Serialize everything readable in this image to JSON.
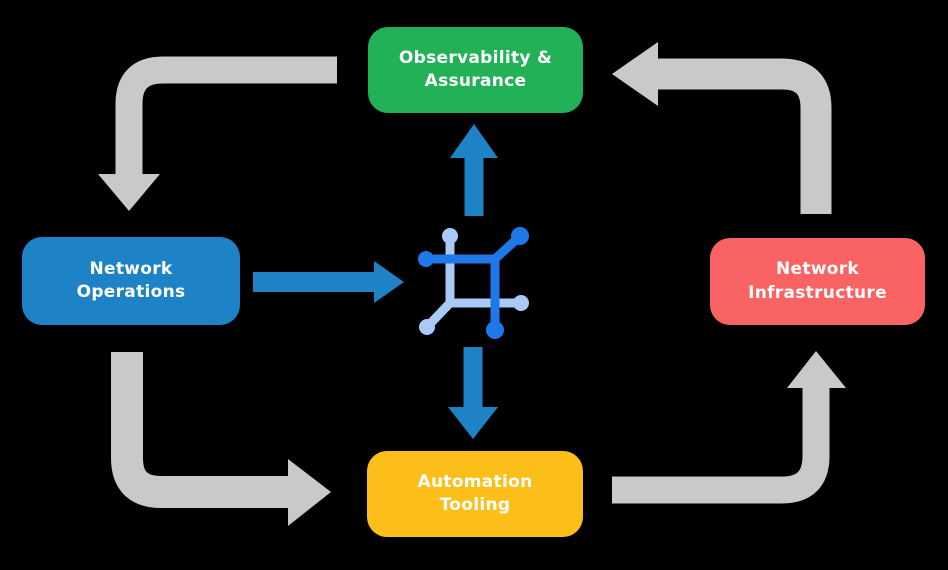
{
  "colors": {
    "background": "#000000",
    "cycle_arrow": "#c9c9c9",
    "flow_arrow": "#1d82c6",
    "icon_dark_blue": "#1e78e8",
    "icon_light_blue": "#a9c9f7",
    "observability_green": "#23b158",
    "operations_blue": "#1d82c6",
    "infrastructure_red": "#f96363",
    "automation_yellow": "#fcbe19",
    "label_text": "#ffffff"
  },
  "nodes": {
    "observability": {
      "label": "Observability & Assurance",
      "lines": [
        "Observability &",
        "Assurance"
      ],
      "color": "#23b158"
    },
    "operations": {
      "label": "Network Operations",
      "lines": [
        "Network",
        "Operations"
      ],
      "color": "#1d82c6"
    },
    "infrastructure": {
      "label": "Network Infrastructure",
      "lines": [
        "Network",
        "Infrastructure"
      ],
      "color": "#f96363"
    },
    "automation": {
      "label": "Automation Tooling",
      "lines": [
        "Automation",
        "Tooling"
      ],
      "color": "#fcbe19"
    }
  },
  "icons": {
    "center": "network-automation-hub-icon"
  },
  "arrows": {
    "cycle": [
      "observability-to-operations",
      "operations-to-automation",
      "automation-to-infrastructure",
      "infrastructure-to-observability"
    ],
    "flow": [
      "operations-to-hub",
      "hub-to-observability",
      "hub-to-automation"
    ]
  }
}
